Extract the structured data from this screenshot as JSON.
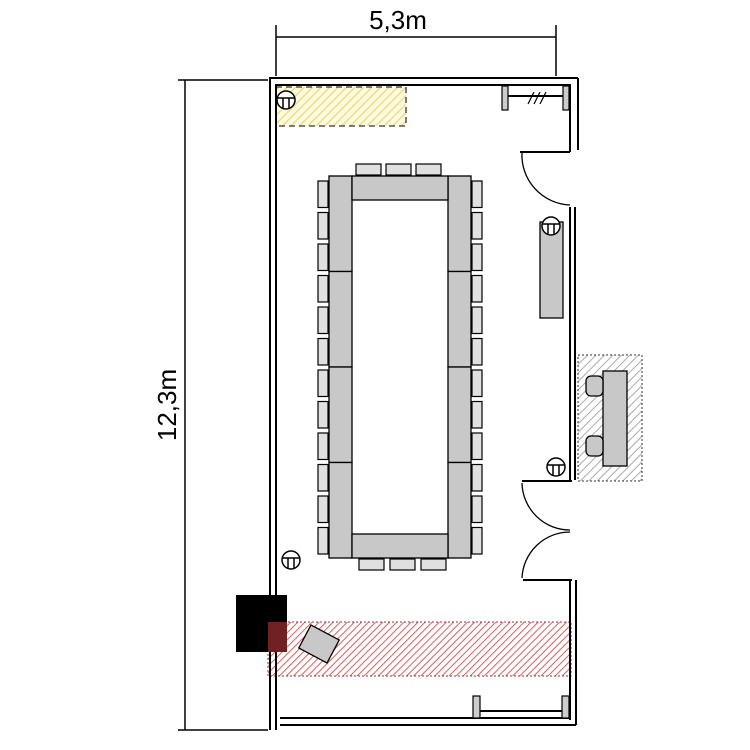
{
  "dimensions": {
    "width_label": "5,3m",
    "length_label": "12,3m"
  },
  "layout": {
    "table_segments_per_side": 4,
    "chairs_per_long_side": 12,
    "chairs_per_short_side": 3
  },
  "colors": {
    "furniture": "#c8c8c8",
    "zone_yellow": "#f0e080",
    "zone_red": "#d04040",
    "zone_grey": "#909090",
    "screen": "#000000"
  }
}
